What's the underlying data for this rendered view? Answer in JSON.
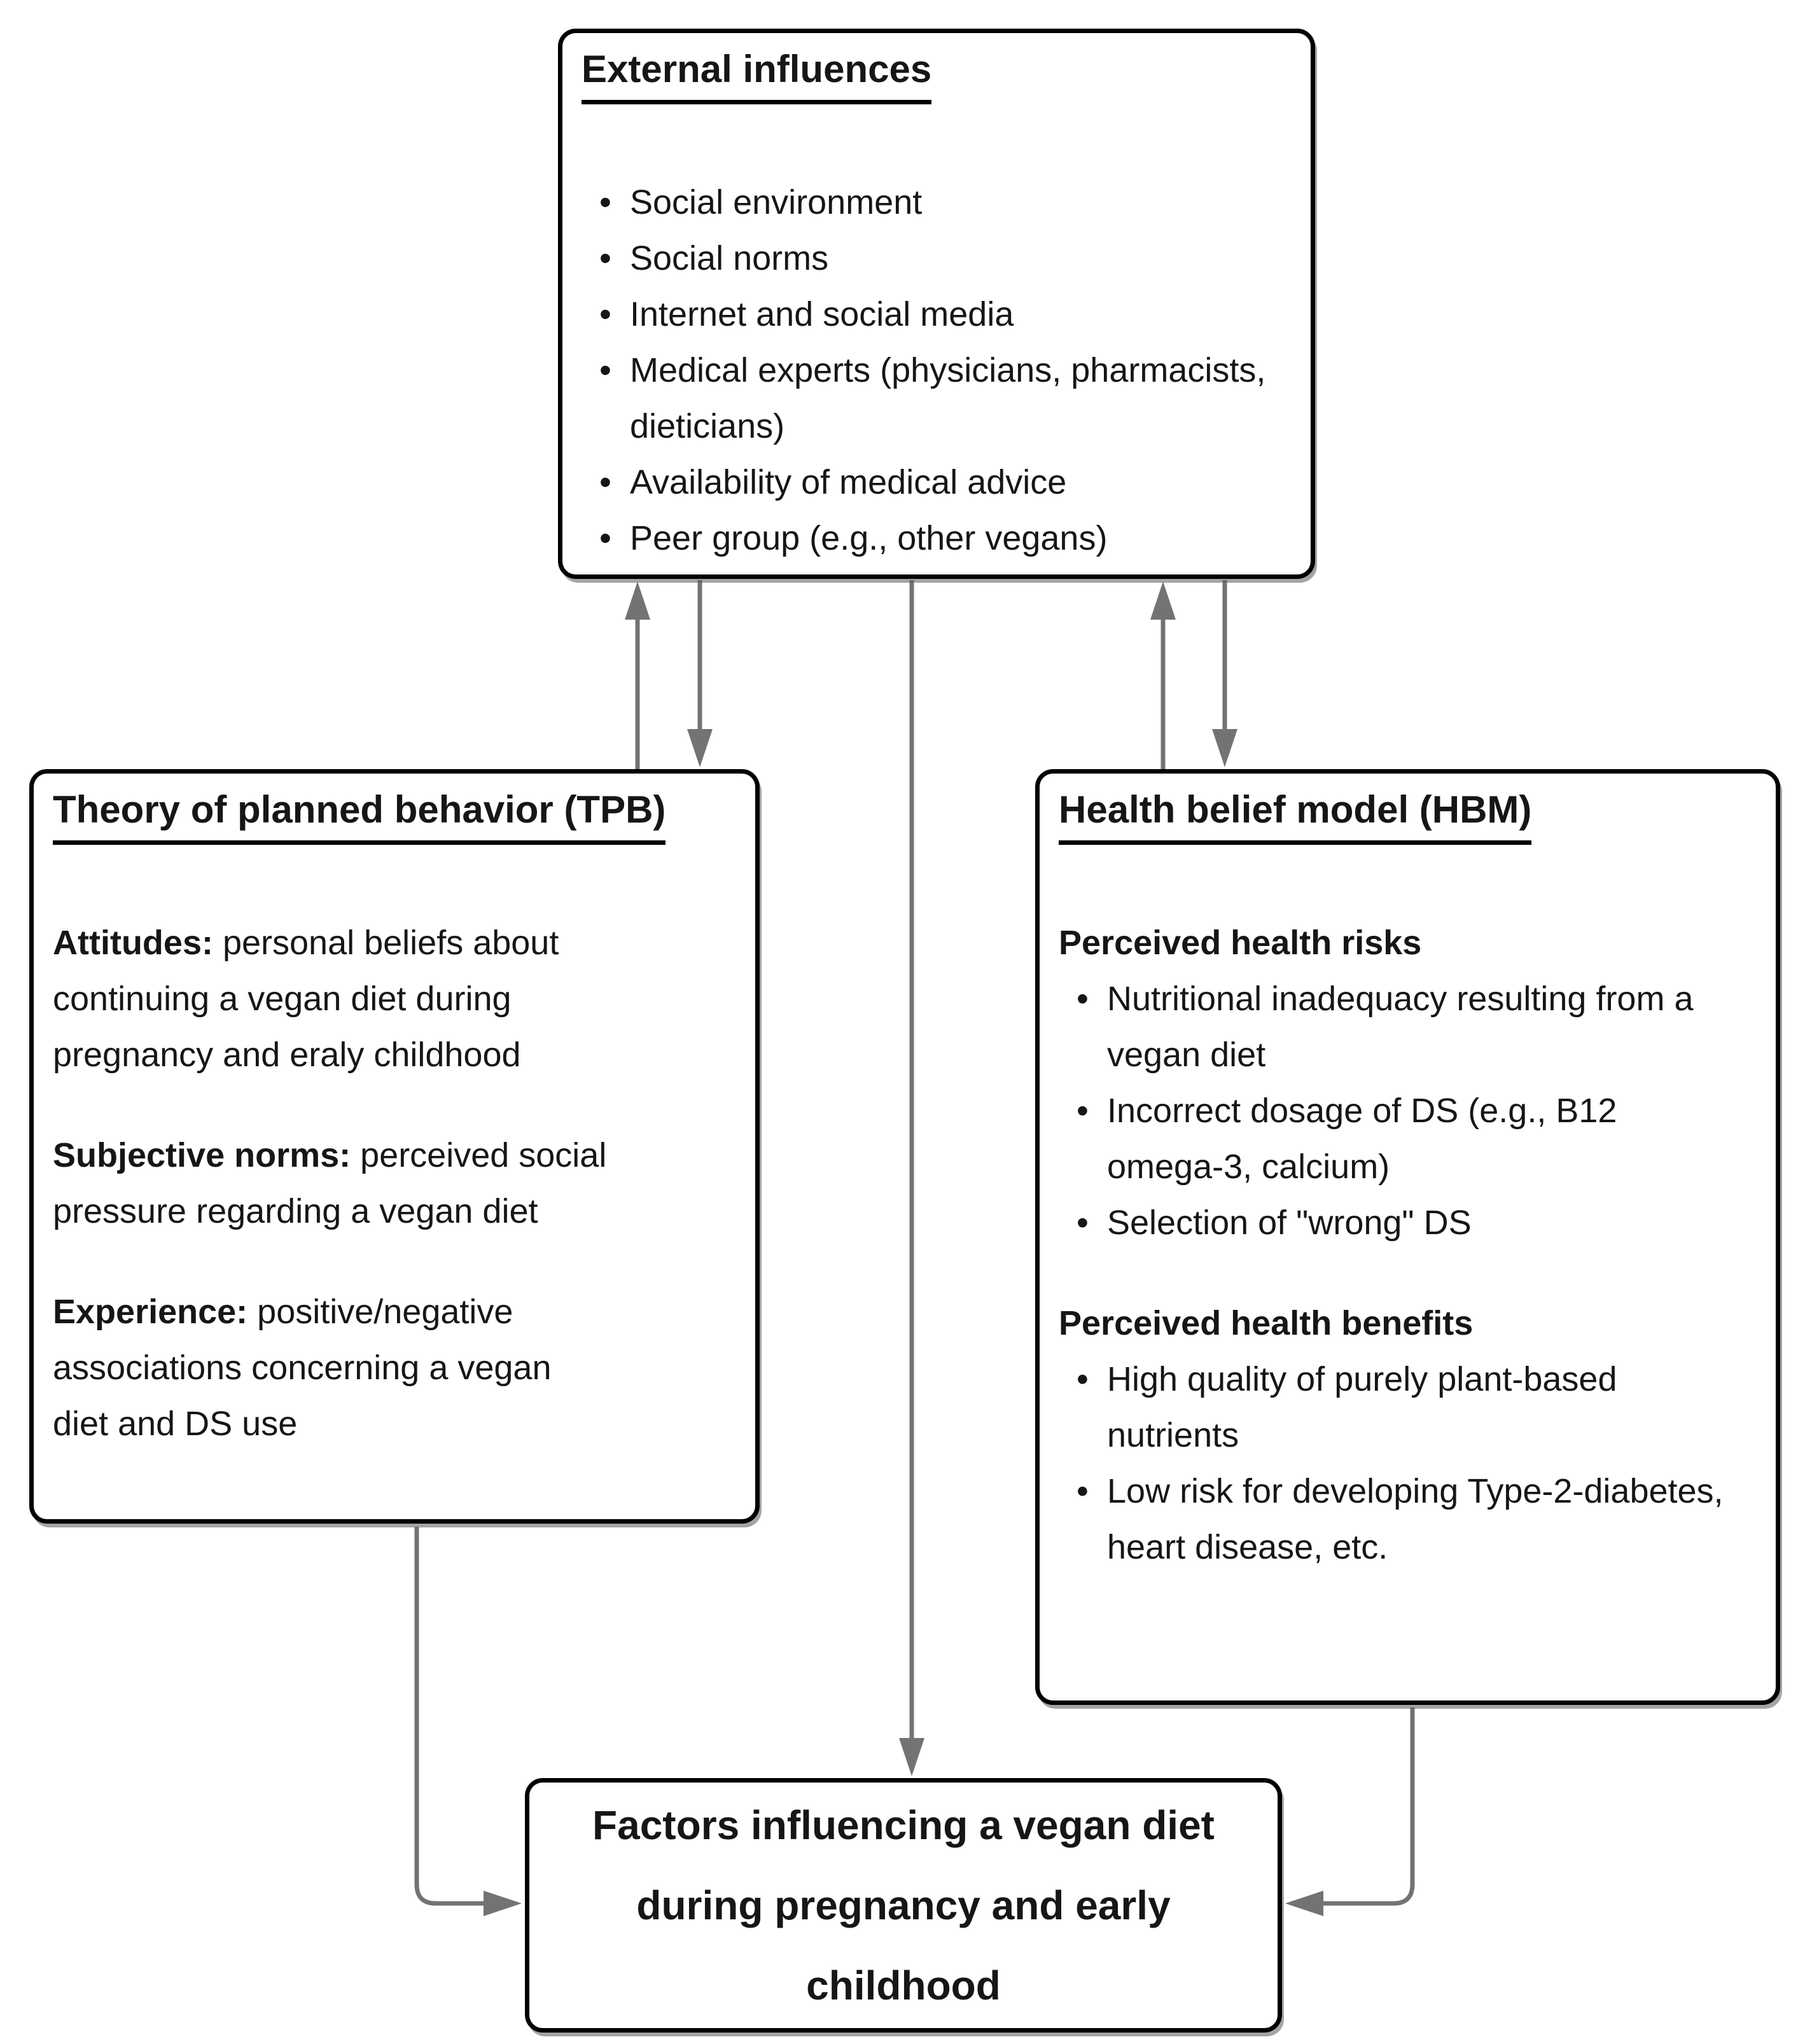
{
  "colors": {
    "box_border": "#000000",
    "box_fill": "#ffffff",
    "text": "#161616",
    "arrow": "#737373"
  },
  "boxes": {
    "external": {
      "title": "External influences",
      "bullets": [
        "Social environment",
        "Social norms",
        "Internet and social media",
        "Medical experts (physicians, pharmacists, dieticians)",
        "Availability of medical advice",
        "Peer group (e.g., other vegans)"
      ]
    },
    "tpb": {
      "title": "Theory of planned behavior (TPB)",
      "paragraphs": [
        {
          "term": "Attitudes:",
          "text": " personal beliefs about continuing a vegan diet during pregnancy and eraly childhood"
        },
        {
          "term": "Subjective norms:",
          "text": " perceived social pressure regarding a vegan diet"
        },
        {
          "term": "Experience:",
          "text": " positive/negative associations concerning a vegan diet and DS use"
        }
      ]
    },
    "hbm": {
      "title": "Health belief model (HBM)",
      "sections": [
        {
          "heading": "Perceived health risks",
          "bullets": [
            "Nutritional inadequacy resulting from a vegan diet",
            "Incorrect dosage of DS (e.g., B12 omega-3, calcium)",
            "Selection of \"wrong\" DS"
          ]
        },
        {
          "heading": "Perceived health benefits",
          "bullets": [
            "High quality of purely plant-based nutrients",
            "Low risk for developing Type-2-diabetes, heart disease, etc."
          ]
        }
      ]
    },
    "outcome": {
      "title": "Factors influencing a vegan diet during pregnancy and early childhood"
    }
  }
}
